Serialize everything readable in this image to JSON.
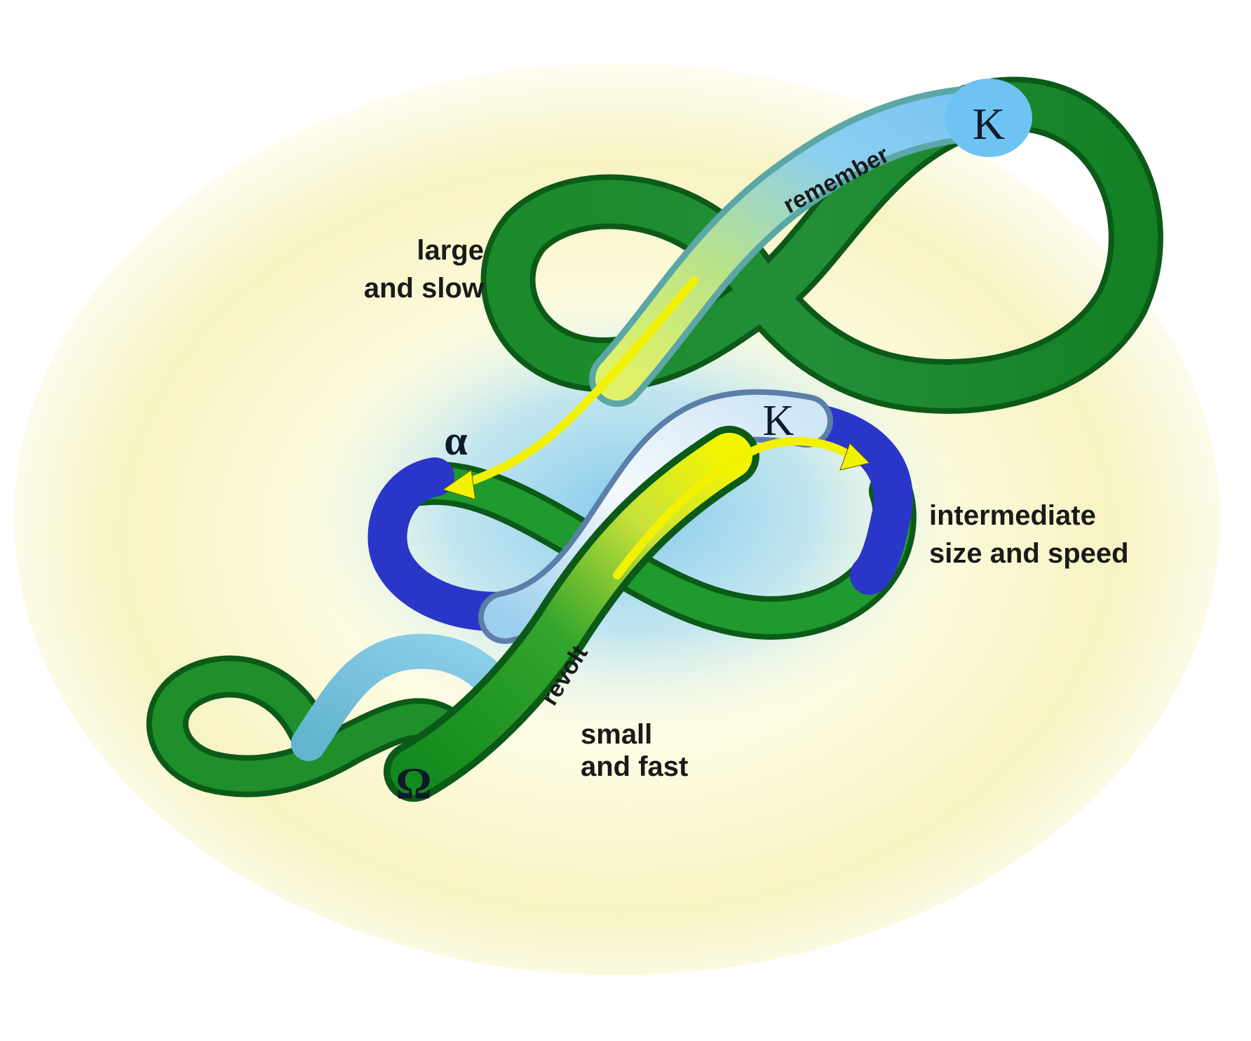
{
  "labels": {
    "large_slow_line1": "large",
    "large_slow_line2": "and slow",
    "intermediate_line1": "intermediate",
    "intermediate_line2": "size and speed",
    "small_fast_line1": "small",
    "small_fast_line2": "and fast",
    "remember": "remember",
    "revolt": "revolt"
  },
  "symbols": {
    "k_upper": "K",
    "k_middle": "K",
    "alpha": "α",
    "omega": "Ω"
  },
  "colors": {
    "background_glow": "#fbf7c6",
    "center_glow": "#8ccbe8",
    "ribbon_green": "#1a8f2e",
    "ribbon_green_dark": "#0c5a18",
    "ribbon_teal": "#3aa6a0",
    "ribbon_light_blue": "#8fd0f4",
    "ribbon_blue": "#2a36c8",
    "ribbon_white": "#eef6fb",
    "arrow_yellow": "#f2f200"
  }
}
